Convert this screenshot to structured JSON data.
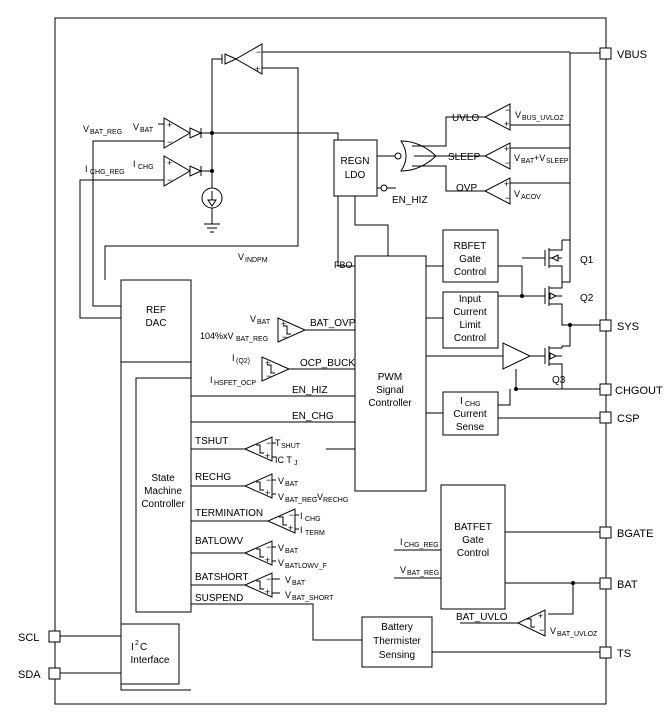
{
  "pins": {
    "vbus": "VBUS",
    "sys": "SYS",
    "chgout": "CHGOUT",
    "csp": "CSP",
    "bgate": "BGATE",
    "bat": "BAT",
    "ts": "TS",
    "scl": "SCL",
    "sda": "SDA"
  },
  "blocks": {
    "regn_l1": "REGN",
    "regn_l2": "LDO",
    "ref_l1": "REF",
    "ref_l2": "DAC",
    "rbfet_l1": "RBFET",
    "rbfet_l2": "Gate",
    "rbfet_l3": "Control",
    "ilim_l1": "Input",
    "ilim_l2": "Current",
    "ilim_l3": "Limit",
    "ilim_l4": "Control",
    "pwm_l1": "PWM",
    "pwm_l2": "Signal",
    "pwm_l3": "Controller",
    "ichg_l1": "I",
    "ichg_l1_sub": "CHG",
    "ichg_l2": "Current",
    "ichg_l3": "Sense",
    "state_l1": "State",
    "state_l2": "Machine",
    "state_l3": "Controller",
    "batfet_l1": "BATFET",
    "batfet_l2": "Gate",
    "batfet_l3": "Control",
    "therm_l1": "Battery",
    "therm_l2": "Thermister",
    "therm_l3": "Sensing",
    "i2c_l1": "I",
    "i2c_sup": "2",
    "i2c_l1b": "C",
    "i2c_l2": "Interface"
  },
  "transistors": {
    "q1": "Q1",
    "q2": "Q2",
    "q3": "Q3"
  },
  "signals": {
    "uvlo": "UVLO",
    "sleep": "SLEEP",
    "ovp": "OVP",
    "en_hiz_top": "EN_HIZ",
    "vindpm": "V",
    "vindpm_sub": "INDPM",
    "fbo": "FBO",
    "bat_ovp": "BAT_OVP",
    "ocp_buck": "OCP_BUCK",
    "en_hiz": "EN_HIZ",
    "en_chg": "EN_CHG",
    "tshut": "TSHUT",
    "rechg": "RECHG",
    "termination": "TERMINATION",
    "batlowv": "BATLOWV",
    "batshort": "BATSHORT",
    "suspend": "SUSPEND",
    "bat_uvlo": "BAT_UVLO"
  },
  "refs": {
    "vbat_reg_main": "V",
    "vbat_reg_main_sub": "BAT_REG",
    "vbat_main": "V",
    "vbat_main_sub": "BAT",
    "ichg_reg_main": "I",
    "ichg_reg_main_sub": "CHG_REG",
    "ichg_main": "I",
    "ichg_main_sub": "CHG",
    "vbus_uvloz": "V",
    "vbus_uvloz_sub": "BUS_UVLOZ",
    "vbat_vsleep_a": "V",
    "vbat_vsleep_a_sub": "BAT",
    "vbat_vsleep_b": "+V",
    "vbat_vsleep_b_sub": "SLEEP",
    "vacov": "V",
    "vacov_sub": "ACOV",
    "vbat_ovp": "V",
    "vbat_ovp_sub": "BAT",
    "vbat_reg_104_a": "104%xV",
    "vbat_reg_104_sub": "BAT_REG",
    "iq2": "I",
    "iq2_sub": "(Q2)",
    "ihsfet": "I",
    "ihsfet_sub": "HSFET_OCP",
    "tshut_ref": "T",
    "tshut_ref_sub": "SHUT",
    "ic_tj": "IC T",
    "ic_tj_sub": "J",
    "rechg_vbat": "V",
    "rechg_vbat_sub": "BAT",
    "rechg_ref": "V",
    "rechg_ref_sub": "BAT_REG",
    "rechg_ref_b": "-V",
    "rechg_ref_b_sub": "RECHG",
    "term_ichg": "I",
    "term_ichg_sub": "CHG",
    "term_iterm": "I",
    "term_iterm_sub": "TERM",
    "batlowv_vbat": "V",
    "batlowv_vbat_sub": "BAT",
    "batlowv_ref": "V",
    "batlowv_ref_sub": "BATLOWV_F",
    "batshort_vbat": "V",
    "batshort_vbat_sub": "BAT",
    "batshort_ref": "V",
    "batshort_ref_sub": "BAT_SHORT",
    "batfet_ichg": "I",
    "batfet_ichg_sub": "CHG_REG",
    "batfet_vbat": "V",
    "batfet_vbat_sub": "BAT_REG",
    "bat_uvloz": "V",
    "bat_uvloz_sub": "BAT_UVLOZ"
  }
}
